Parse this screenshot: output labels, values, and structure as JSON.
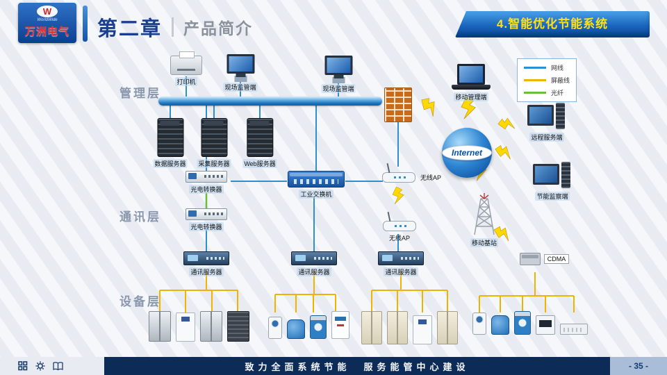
{
  "meta": {
    "brand": "万洲电气",
    "brand_sub": "WorldWide",
    "logo_letter": "W",
    "chapter": "第二章",
    "subtitle": "产品简介",
    "banner": "4.智能优化节能系统",
    "footer_text": "致力全面系统节能　服务能管中心建设",
    "page_number": "- 35 -"
  },
  "layers": {
    "management": "管理层",
    "communication": "通讯层",
    "device": "设备层"
  },
  "legend": {
    "items": [
      {
        "label": "网线",
        "color": "#2e8fd0"
      },
      {
        "label": "屏蔽线",
        "color": "#f0b400"
      },
      {
        "label": "光纤",
        "color": "#6abf3a"
      }
    ]
  },
  "nodes": {
    "printer": "打印机",
    "monitor1": "现场监管端",
    "monitor2": "现场监管端",
    "mobile_mgmt": "移动管理端",
    "internet": "Internet",
    "remote_server": "远程服务端",
    "energy_monitor": "节能监察端",
    "base_station": "移动基站",
    "cdma": "CDMA",
    "data_server": "数据服务器",
    "collect_server": "采集服务器",
    "web_server": "Web服务器",
    "converter1": "光电转换器",
    "converter2": "光电转换器",
    "switch": "工业交换机",
    "ap1": "无线AP",
    "ap2": "无线AP",
    "comm_server1": "通讯服务器",
    "comm_server2": "通讯服务器",
    "comm_server3": "通讯服务器"
  },
  "equipment": {
    "clusters": [
      [
        "cab-gray",
        "cab-white",
        "cab-gray",
        "rack-dark"
      ],
      [
        "gauge",
        "pump-blue",
        "flow",
        "panel"
      ],
      [
        "cab-tall",
        "cab-tall",
        "cab-white",
        "cab-tall"
      ],
      [
        "gauge",
        "pump-blue",
        "flow",
        "meter",
        "flat"
      ]
    ]
  }
}
